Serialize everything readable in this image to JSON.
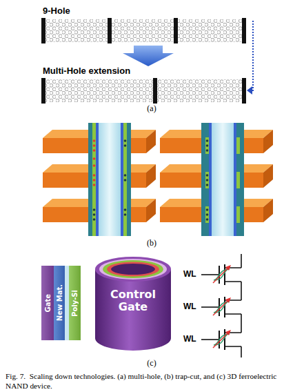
{
  "diagram": {
    "caption": "Fig. 7.  Scaling down technologies. (a) multi-hole, (b) trap-cut, and (c) 3D ferroelectric NAND device.",
    "nodes": [
      {
        "text": [
          "Gate"
        ]
      },
      {
        "text": [
          "New Mat."
        ]
      },
      {
        "text": [
          "Poly-Si"
        ]
      },
      {
        "text": [
          "Control Gate"
        ]
      }
    ],
    "labels": [
      "9-Hole",
      "Multi-Hole extension",
      "(a)",
      "(b)",
      "WL",
      "WL",
      "WL",
      "(c)"
    ]
  }
}
